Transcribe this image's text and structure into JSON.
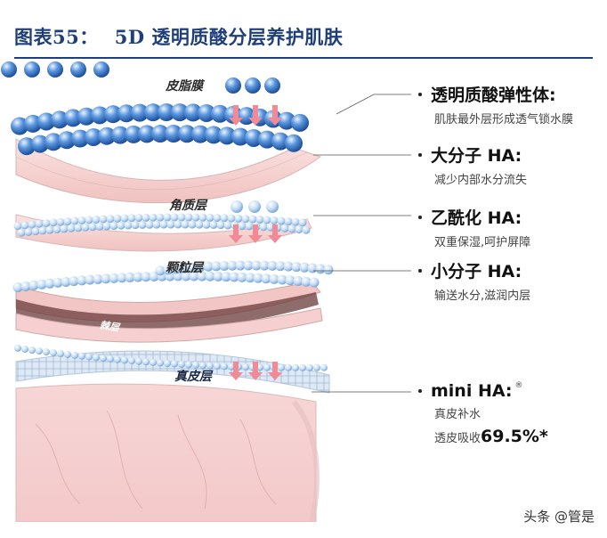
{
  "figure": {
    "number_label": "图表55：",
    "title": "5D 透明质酸分层养护肌肤"
  },
  "layer_labels": {
    "sebum_film": "皮脂膜",
    "stratum_corneum": "角质层",
    "granular_layer": "颗粒层",
    "spinous_layer": "棘层",
    "dermis": "真皮层"
  },
  "items": [
    {
      "name": "透明质酸弹性体:",
      "desc": "肌肤最外层形成透气锁水膜"
    },
    {
      "name": "大分子 HA:",
      "desc": "减少内部水分流失"
    },
    {
      "name": "乙酰化 HA:",
      "desc": "双重保湿,呵护屏障"
    },
    {
      "name": "小分子 HA:",
      "desc": "输送水分,滋润内层"
    },
    {
      "name": "mini HA:",
      "superscript": "®",
      "desc_line1": "真皮补水",
      "desc_line2_prefix": "透皮吸收",
      "desc_line2_value": "69.5%*"
    }
  ],
  "watermark": "头条 @管是",
  "colors": {
    "title": "#1f3f78",
    "bead_blue": "#3f7fd0",
    "bead_light": "#bcd7f3",
    "skin_pink": "#f1c7c7",
    "arrow_pink": "#f08a96"
  }
}
